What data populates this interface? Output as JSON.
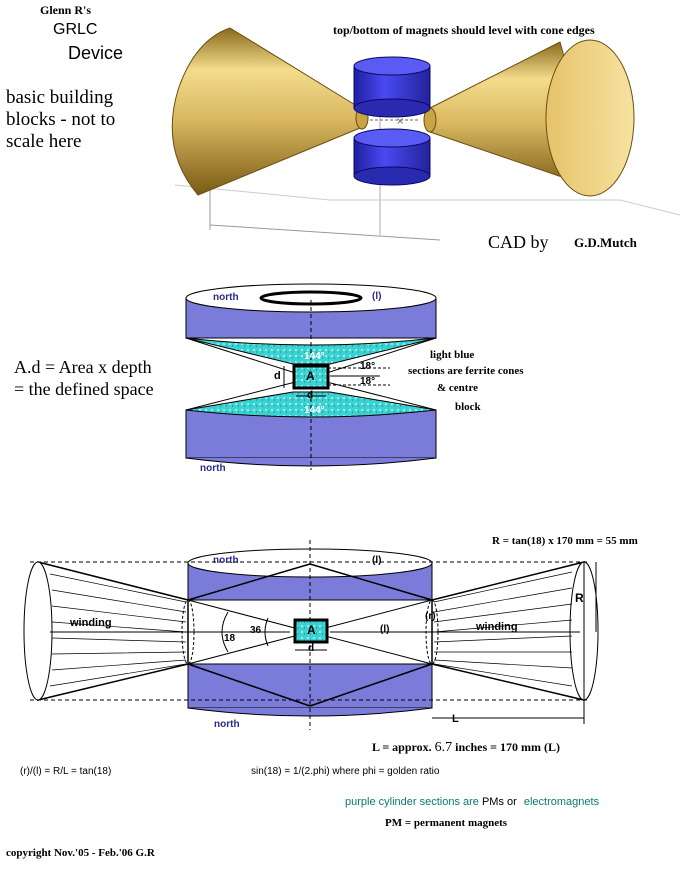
{
  "top_section": {
    "title_line1": "Glenn R's",
    "title_line2": "GRLC",
    "title_line3": "Device",
    "note": "top/bottom of magnets should level with cone edges",
    "blocks_line1": "basic building",
    "blocks_line2": "blocks - not to",
    "blocks_line3": "scale here",
    "cad_label": "CAD by",
    "cad_author": "G.D.Mutch"
  },
  "middle_section": {
    "north_top": "north",
    "north_bottom": "north",
    "l_label": "(l)",
    "angle_top": "144°",
    "angle_bottom": "144°",
    "angle_18_top": "18°",
    "angle_18_bottom": "18°",
    "block_label": "A",
    "d_side": "d",
    "d_bottom": "d",
    "formula_line1": "A.d = Area x depth",
    "formula_line2": "= the defined space",
    "desc_line1": "light  blue",
    "desc_line2": "sections are ferrite cones",
    "desc_line3": "& centre",
    "desc_line4": "block"
  },
  "bottom_section": {
    "r_formula": "R = tan(18) x 170 mm = 55 mm",
    "north_top": "north",
    "north_bottom": "north",
    "l_top": "(l)",
    "l_mid": "(l)",
    "r_small": "(r)",
    "R_label": "R",
    "winding_left": "winding",
    "winding_right": "winding",
    "angle_18": "18",
    "angle_36": "36",
    "block_label": "A",
    "d_label": "d",
    "L_label": "L",
    "length_prefix": "L = approx.",
    "length_value": "6.7",
    "length_suffix": "inches = 170 mm (L)",
    "ratio": "(r)/(l)  =  R/L  =  tan(18)",
    "sine": "sin(18)  =  1/(2.phi)  where  phi  =  golden  ratio",
    "legend_text1": "purple  cylinder  sections  are",
    "legend_text2": "PMs or",
    "legend_text3": "electromagnets",
    "pm_def": "PM = permanent magnets",
    "copyright": "copyright  Nov.'05 - Feb.'06  G.R"
  },
  "colors": {
    "cone_gold": "#d9b860",
    "cylinder_blue": "#3c3ce6",
    "purple_cylinder": "#7b7bd9",
    "ferrite_cyan": "#33d6d6",
    "legend_teal": "#0a7a7a"
  }
}
